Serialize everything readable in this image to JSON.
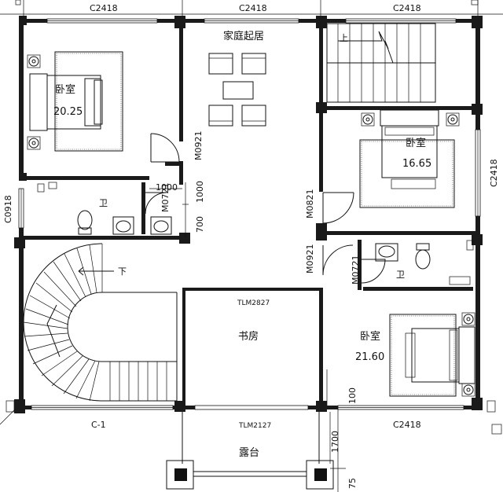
{
  "rooms": {
    "family_room": "家庭起居",
    "bedroom_nw": "卧室",
    "bedroom_nw_area": "20.25",
    "bedroom_ne": "卧室",
    "bedroom_ne_area": "16.65",
    "bedroom_se": "卧室",
    "bedroom_se_area": "21.60",
    "study": "书房",
    "terrace": "露台",
    "bath_w": "卫",
    "bath_e": "卫"
  },
  "stairs": {
    "up_mark": "上",
    "down_mark": "下"
  },
  "window_labels": {
    "top_left": "C2418",
    "top_mid": "C2418",
    "top_right": "C2418",
    "right_side": "C2418",
    "left_side": "C0918",
    "bottom_left": "C-1",
    "bottom_right": "C2418"
  },
  "door_labels": {
    "m0921_a": "M0921",
    "m0721_a": "M0721",
    "m0821": "M0821",
    "m0921_b": "M0921",
    "m0721_b": "M0721",
    "tlm2827": "TLM2827",
    "tlm2127": "TLM2127"
  },
  "dimensions": {
    "d1000_h": "1000",
    "d1000_v": "1000",
    "d700": "700",
    "d100": "100",
    "d1700": "1700",
    "d75": "75"
  }
}
